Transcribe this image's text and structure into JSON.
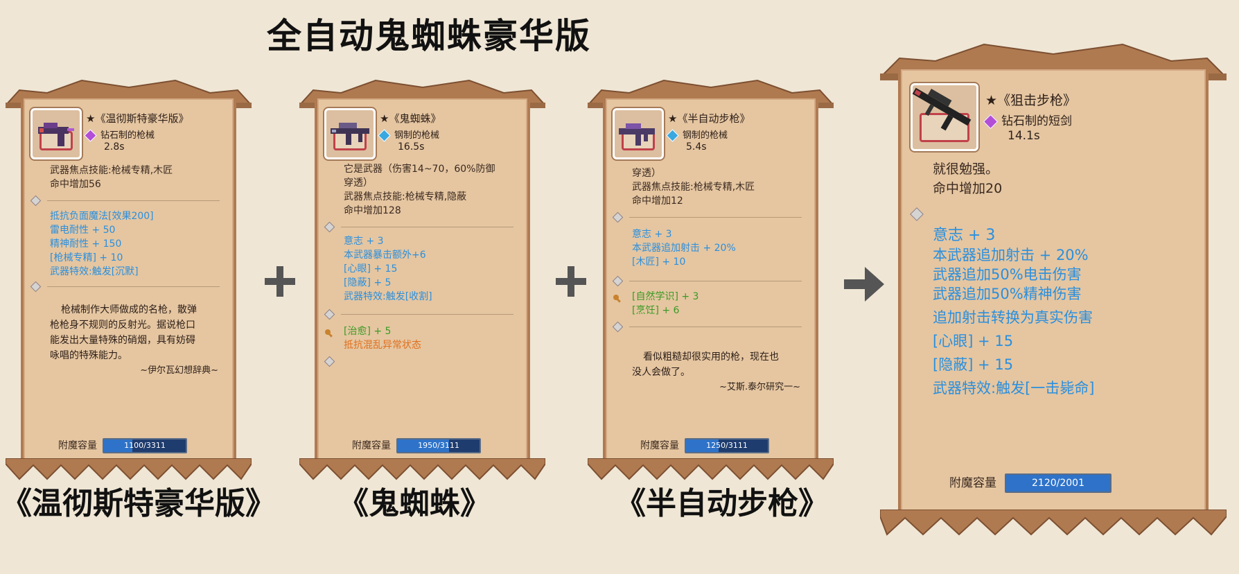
{
  "page_title": "全自动鬼蜘蛛豪华版",
  "cards": [
    {
      "title": "★《温彻斯特豪华版》",
      "material": "钻石制的枪械",
      "time": "2.8s",
      "gem": "purple",
      "intro_lines": [
        "武器焦点技能:枪械专精,木匠",
        "命中增加56"
      ],
      "stats": [
        "抵抗负面魔法[效果200]",
        "雷电耐性 + 50",
        "精神耐性 + 150",
        "[枪械专精] + 10",
        "武器特效:触发[沉默]"
      ],
      "extra": [],
      "desc_lines": [
        "枪械制作大师做成的名枪，散弹",
        "枪枪身不规则的反射光。据说枪口",
        "能发出大量特殊的硝烟，具有妨碍",
        "咏唱的特殊能力。"
      ],
      "desc_source": "~伊尔瓦幻想辞典~",
      "capacity_label": "附魔容量",
      "capacity_text": "1100/3311",
      "capacity_fill": 0.35
    },
    {
      "title": "★《鬼蜘蛛》",
      "material": "钢制的枪械",
      "time": "16.5s",
      "gem": "blue",
      "intro_lines": [
        "它是武器（伤害14~70，60%防御",
        "穿透）",
        "武器焦点技能:枪械专精,隐蔽",
        "命中增加128"
      ],
      "stats": [
        "意志 + 3",
        "本武器暴击额外+6",
        "[心眼] + 15",
        "[隐蔽] + 5",
        "武器特效:触发[收割]"
      ],
      "extra": [
        {
          "text": "[治愈] + 5",
          "color": "green"
        },
        {
          "text": "抵抗混乱异常状态",
          "color": "orange"
        }
      ],
      "desc_lines": [],
      "desc_source": "",
      "capacity_label": "附魔容量",
      "capacity_text": "1950/3111",
      "capacity_fill": 0.63
    },
    {
      "title": "★《半自动步枪》",
      "material": "钢制的枪械",
      "time": "5.4s",
      "gem": "blue",
      "intro_lines": [
        "穿透）",
        "武器焦点技能:枪械专精,木匠",
        "命中增加12"
      ],
      "stats": [
        "意志 + 3",
        "本武器追加射击 + 20%",
        "[木匠] + 10"
      ],
      "extra": [
        {
          "text": "[自然学识] + 3",
          "color": "green"
        },
        {
          "text": "[烹饪] + 6",
          "color": "green"
        }
      ],
      "desc_lines": [
        "看似粗糙却很实用的枪，现在也",
        "没人会做了。"
      ],
      "desc_source": "~艾斯.泰尔研究一~",
      "capacity_label": "附魔容量",
      "capacity_text": "1250/3111",
      "capacity_fill": 0.4
    }
  ],
  "result_card": {
    "title": "★《狙击步枪》",
    "material": "钻石制的短剑",
    "time": "14.1s",
    "gem": "purple",
    "intro_lines": [
      "就很勉强。",
      "命中增加20"
    ],
    "stats": [
      "意志 + 3",
      "本武器追加射击 + 20%",
      "武器追加50%电击伤害",
      "武器追加50%精神伤害",
      "追加射击转换为真实伤害",
      "[心眼] + 15",
      "[隐蔽] + 15",
      "武器特效:触发[一击毙命]"
    ],
    "capacity_label": "附魔容量",
    "capacity_text": "2120/2001",
    "capacity_fill": 1.0
  },
  "bottom_names": [
    "《温彻斯特豪华版》",
    "《鬼蜘蛛》",
    "《半自动步枪》"
  ],
  "colors": {
    "stat_blue": "#2a8fde",
    "green": "#3a9a24",
    "orange": "#e0701e",
    "parchment": "#e5c6a1",
    "capacity_bar": "#1f3c6e"
  },
  "icons": {
    "plus": "plus-icon",
    "arrow": "arrow-right-icon",
    "divider": "diamond-icon",
    "key": "key-icon"
  }
}
